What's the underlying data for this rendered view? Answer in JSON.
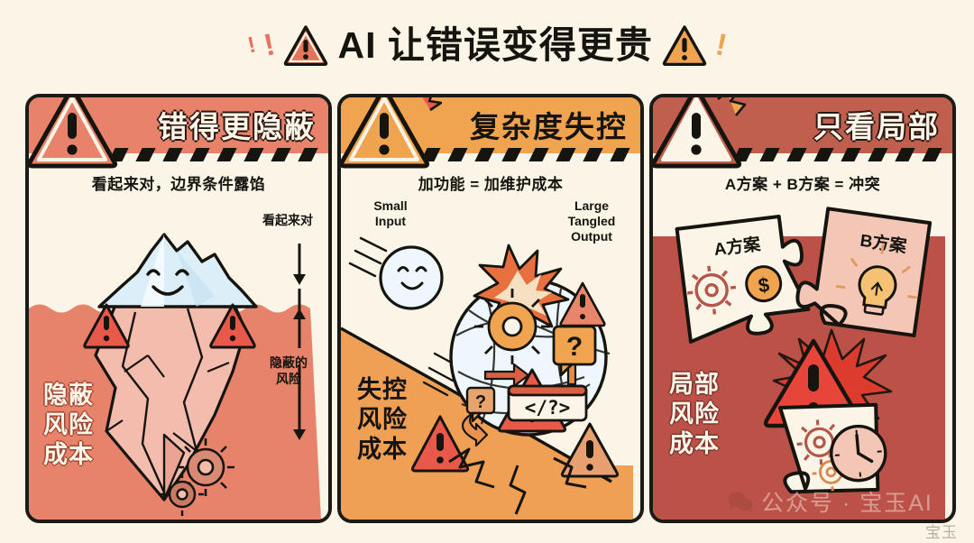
{
  "title": {
    "text": "AI 让错误变得更贵",
    "left_marks": [
      "!",
      "!"
    ],
    "right_marks": [
      "!"
    ],
    "left_icon": "warning-triangle-icon",
    "right_icon": "warning-triangle-icon"
  },
  "colors": {
    "page_bg": "#FBF5E8",
    "panel1_header": "#E8826B",
    "panel1_lower": "#E8836B",
    "panel2_header": "#F0A44F",
    "panel2_lower": "#F0A055",
    "panel3_header": "#C15F4E",
    "panel3_lower": "#BC5247",
    "ink": "#16140f",
    "ice_light": "#DCEEF8",
    "alert_red": "#E8594A"
  },
  "panels": [
    {
      "id": "panel-1",
      "heading": "错得更隐蔽",
      "subtitle": "看起来对，边界条件露馅",
      "cost_label": "隐蔽\n风险\n成本",
      "annotations": [
        {
          "name": "looks-right-note",
          "text": "看起来对"
        },
        {
          "name": "hidden-risk-note",
          "text": "隐蔽的\n风险"
        }
      ],
      "illustration": "iceberg-with-smiling-face-above-waterline-and-cracked-hidden-mass-below"
    },
    {
      "id": "panel-2",
      "heading": "复杂度失控",
      "subtitle": "加功能 = 加维护成本",
      "cost_label": "失控\n风险\n成本",
      "annotations": [
        {
          "name": "small-input-note",
          "text": "Small\nInput"
        },
        {
          "name": "large-tangled-output-note",
          "text": "Large\nTangled\nOutput"
        }
      ],
      "code_badge": "</?>",
      "question_badge": "?",
      "illustration": "small-snowball-rolling-down-slope-growing-into-large-tangled-ball"
    },
    {
      "id": "panel-3",
      "heading": "只看局部",
      "subtitle": "A方案 + B方案 = 冲突",
      "cost_label": "局部\n风险\n成本",
      "puzzle_pieces": [
        {
          "name": "puzzle-piece-a",
          "label": "A方案",
          "icons": [
            "gear-icon",
            "dollar-coin-icon"
          ]
        },
        {
          "name": "puzzle-piece-b",
          "label": "B方案",
          "icons": [
            "lightbulb-icon"
          ]
        },
        {
          "name": "puzzle-piece-c",
          "label": "",
          "icons": [
            "gear-icon",
            "clock-icon"
          ]
        }
      ],
      "illustration": "two-puzzle-pieces-colliding-with-red-warning-burst"
    }
  ],
  "watermark": {
    "text": "公众号 · 宝玉AI",
    "logo": "wechat-icon",
    "corner_text": "宝玉"
  }
}
